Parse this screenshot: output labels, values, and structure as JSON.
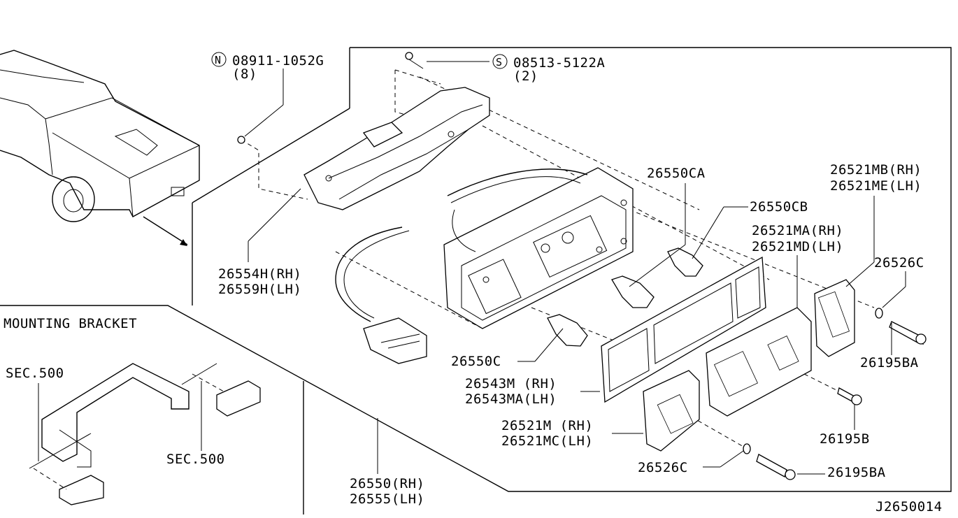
{
  "diagram_id": "J2650014",
  "section_label": "MOUNTING BRACKET",
  "callouts": {
    "nut": {
      "symbol": "N",
      "part": "08911-1052G",
      "qty": "(8)"
    },
    "screw": {
      "symbol": "S",
      "part": "08513-5122A",
      "qty": "(2)"
    },
    "harness_rh": "26554H(RH)",
    "harness_lh": "26559H(LH)",
    "bulb_ca": "26550CA",
    "bulb_cb": "26550CB",
    "bulb_c": "26550C",
    "lens_mb": "26521MB(RH)",
    "lens_me": "26521ME(LH)",
    "lens_ma": "26521MA(RH)",
    "lens_md": "26521MD(LH)",
    "gasket_rh": "26543M (RH)",
    "gasket_lh": "26543MA(LH)",
    "lens_m": "26521M  (RH)",
    "lens_mc": "26521MC(LH)",
    "washer_top": "26526C",
    "washer_bottom": "26526C",
    "screw_ba_top": "26195BA",
    "screw_b": "26195B",
    "screw_ba_bottom": "26195BA",
    "lamp_rh": "26550(RH)",
    "lamp_lh": "26555(LH)",
    "sec_left": "SEC.500",
    "sec_right": "SEC.500"
  }
}
